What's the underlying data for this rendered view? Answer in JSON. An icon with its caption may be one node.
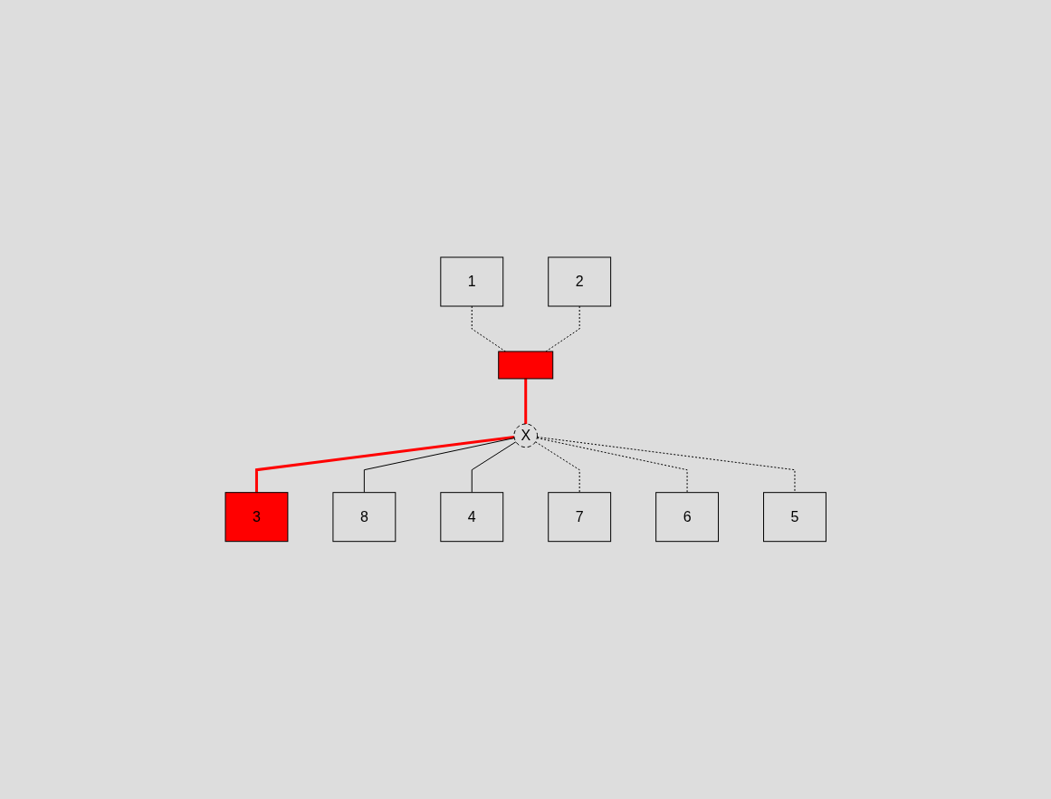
{
  "diagram": {
    "nodes": [
      {
        "text": [
          "1"
        ]
      },
      {
        "text": [
          "8"
        ]
      },
      {
        "text": [
          "7"
        ]
      },
      {
        "text": [],
        "shape": "box"
      },
      {
        "text": [
          "X"
        ]
      },
      {
        "text": [
          "2"
        ]
      },
      {
        "text": [
          "6"
        ]
      },
      {
        "text": [
          "3"
        ]
      },
      {
        "text": [
          "4"
        ]
      },
      {
        "text": [
          "5"
        ]
      }
    ],
    "edges": [
      {
        "from": 0,
        "to": 3,
        "arrow": "none",
        "style": "dashed"
      },
      {
        "from": 5,
        "to": 3,
        "arrow": "none",
        "style": "dashed"
      },
      {
        "from": 3,
        "to": 4,
        "arrow": "none",
        "style": "thick",
        "color": "#ff0000"
      },
      {
        "from": 4,
        "to": 7,
        "arrow": "none",
        "style": "thick",
        "color": "#ff0000"
      },
      {
        "from": 4,
        "to": 1,
        "arrow": "none"
      },
      {
        "from": 4,
        "to": 8,
        "arrow": "none"
      },
      {
        "from": 4,
        "to": 2,
        "arrow": "none",
        "style": "dashed"
      },
      {
        "from": 4,
        "to": 6,
        "arrow": "none",
        "style": "dashed"
      },
      {
        "from": 4,
        "to": 9,
        "arrow": "none",
        "style": "dashed"
      }
    ]
  }
}
